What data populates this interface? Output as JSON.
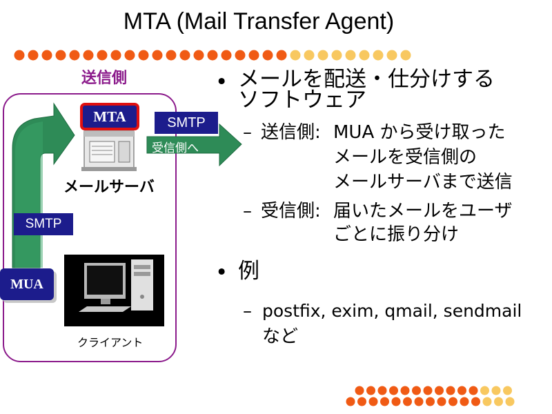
{
  "title": "MTA (Mail Transfer Agent)",
  "diagram": {
    "sender_side_label": "送信側",
    "mta_label": "MTA",
    "mail_server_label": "メールサーバ",
    "smtp_top_label": "SMTP",
    "to_receiver_label": "受信側へ",
    "smtp_left_label": "SMTP",
    "mua_label": "MUA",
    "client_label": "クライアント"
  },
  "bullets": {
    "item1_line1": "メールを配送・仕分けする",
    "item1_line2": "ソフトウェア",
    "sub1_head": "送信側:",
    "sub1_line1": "MUA から受け取った",
    "sub1_line2": "メールを受信側の",
    "sub1_line3": "メールサーバまで送信",
    "sub2_head": "受信側:",
    "sub2_line1": "届いたメールをユーザ",
    "sub2_line2": "ごとに振り分け",
    "item2": "例",
    "sub3_line1": "postfix, exim, qmail, sendmail",
    "sub3_line2": "など"
  },
  "colors": {
    "dot_dark": "#f05a14",
    "dot_light": "#f8c860",
    "frame": "#8b1a8b",
    "arrow_green": "#2e8b57",
    "label_blue": "#1c1c8c"
  }
}
